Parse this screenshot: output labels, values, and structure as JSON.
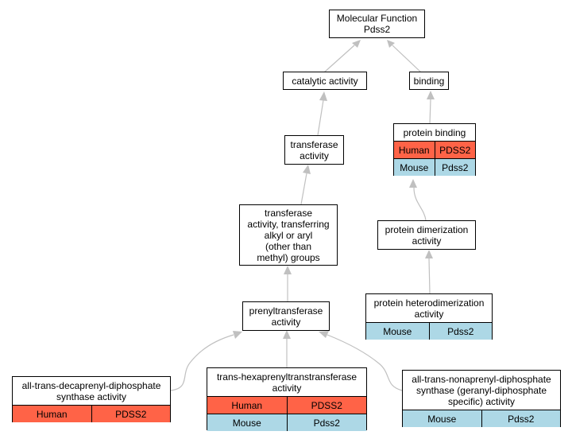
{
  "nodes": {
    "mf": {
      "title": "Molecular Function\nPdss2"
    },
    "catalytic": {
      "title": "catalytic activity"
    },
    "binding": {
      "title": "binding"
    },
    "transferase": {
      "title": "transferase\nactivity"
    },
    "transferring": {
      "title": "transferase\nactivity, transferring\nalkyl or aryl\n(other than\nmethyl) groups"
    },
    "prenyl": {
      "title": "prenyltransferase\nactivity"
    },
    "protein_binding": {
      "title": "protein binding",
      "rows": [
        {
          "species": "Human",
          "gene": "PDSS2"
        },
        {
          "species": "Mouse",
          "gene": "Pdss2"
        }
      ]
    },
    "dimerization": {
      "title": "protein dimerization\nactivity"
    },
    "heterodimerization": {
      "title": "protein heterodimerization\nactivity",
      "rows": [
        {
          "species": "Mouse",
          "gene": "Pdss2"
        }
      ]
    },
    "decaprenyl": {
      "title": "all-trans-decaprenyl-diphosphate\nsynthase activity",
      "rows": [
        {
          "species": "Human",
          "gene": "PDSS2"
        }
      ]
    },
    "hexaprenyl": {
      "title": "trans-hexaprenyltranstransferase\nactivity",
      "rows": [
        {
          "species": "Human",
          "gene": "PDSS2"
        },
        {
          "species": "Mouse",
          "gene": "Pdss2"
        }
      ]
    },
    "nonaprenyl": {
      "title": "all-trans-nonaprenyl-diphosphate\nsynthase (geranyl-diphosphate\nspecific) activity",
      "rows": [
        {
          "species": "Mouse",
          "gene": "Pdss2"
        }
      ]
    }
  },
  "colors": {
    "human": "#ff6347",
    "mouse": "#add8e6",
    "edge": "#c0c0c0"
  }
}
